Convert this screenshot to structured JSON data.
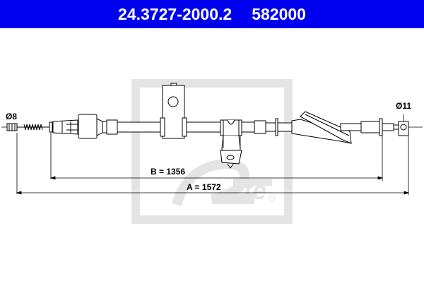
{
  "header": {
    "part_number": "24.3727-2000.2",
    "ref_number": "582000",
    "background_color": "#0000f0",
    "text_color": "#ffffff"
  },
  "drawing": {
    "subject": "parking-brake-cable",
    "left_end": {
      "diameter_label": "Ø8"
    },
    "right_end": {
      "diameter_label": "Ø11"
    },
    "dimensions": {
      "B": "B = 1356",
      "A": "A = 1572"
    },
    "watermark": {
      "brand": "ate-logo",
      "color": "#e6e6e6"
    },
    "line_color": "#000000"
  }
}
